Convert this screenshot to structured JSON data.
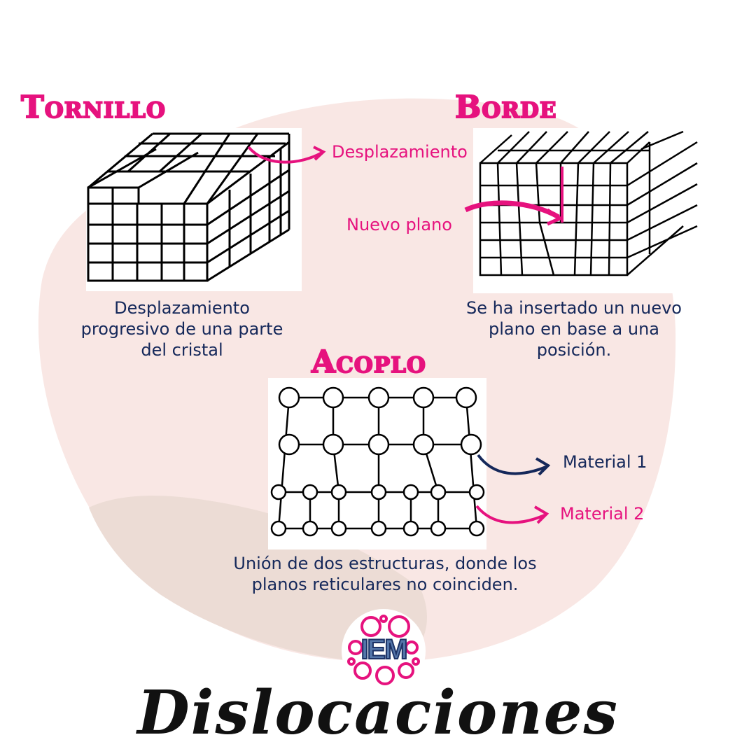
{
  "colors": {
    "accent": "#e6127e",
    "text": "#15285a",
    "blob_light": "#f9e7e4",
    "blob_dark": "#ecdcd5"
  },
  "sections": {
    "tornillo": {
      "heading": "Tornillo",
      "description_lines": [
        "Desplazamiento",
        "progresivo de una parte",
        "del cristal"
      ],
      "annotation": "Desplazamiento"
    },
    "borde": {
      "heading": "Borde",
      "description_lines": [
        "Se ha insertado un nuevo",
        "plano en base a una",
        "posición."
      ],
      "annotation": "Nuevo plano"
    },
    "acoplo": {
      "heading": "Acoplo",
      "description_lines": [
        "Unión de dos estructuras, donde los",
        "planos reticulares no coinciden."
      ],
      "labels": [
        {
          "text": "Material 1",
          "color": "#15285a"
        },
        {
          "text": "Material 2",
          "color": "#e6127e"
        }
      ]
    }
  },
  "logo": {
    "text": "IEM"
  },
  "title": "Dislocaciones"
}
